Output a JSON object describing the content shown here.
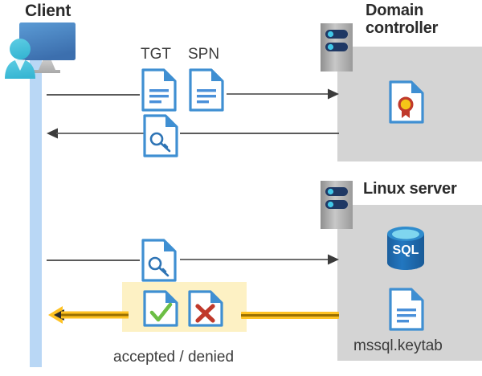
{
  "diagram": {
    "title_client": "Client",
    "title_domain_controller": "Domain\ncontroller",
    "title_domain_controller_line1": "Domain",
    "title_domain_controller_line2": "controller",
    "title_linux_server": "Linux server",
    "label_tgt": "TGT",
    "label_spn": "SPN",
    "label_accepted_denied": "accepted / denied",
    "label_keytab": "mssql.keytab",
    "label_sql": "SQL"
  },
  "icons": {
    "client_workstation": "client-workstation-icon",
    "server_rack_dc": "server-rack-icon",
    "server_rack_linux": "server-rack-icon",
    "certificate": "certificate-document-icon",
    "database": "sql-database-icon",
    "keytab_document": "text-document-icon",
    "tgt_document": "text-document-icon",
    "spn_document": "text-document-icon",
    "ticket_key_1": "key-document-icon",
    "ticket_key_2": "key-document-icon",
    "accepted": "check-document-icon",
    "denied": "cross-document-icon"
  },
  "flows": [
    {
      "name": "request-tgt-spn",
      "direction": "right",
      "from": "client",
      "to": "domain-controller"
    },
    {
      "name": "return-service-ticket",
      "direction": "left",
      "from": "domain-controller",
      "to": "client"
    },
    {
      "name": "present-ticket",
      "direction": "right",
      "from": "client",
      "to": "linux-server"
    },
    {
      "name": "auth-result",
      "direction": "left",
      "from": "linux-server",
      "to": "client"
    }
  ],
  "colors": {
    "panel_gray": "#d4d4d4",
    "lifeline_blue": "#b9d7f5",
    "highlight_yellow": "#fdf1c4",
    "arrow_gray": "#5a5a5a",
    "arrow_yellow": "#ffc222",
    "arrow_yellow_dark": "#9a7000",
    "doc_blue": "#2e74b5",
    "doc_blue_light": "#4a90d9",
    "accent_green": "#6cbe45",
    "accent_red": "#c0392b",
    "title_text": "#2b2b2b",
    "body_text": "#3b3b3b",
    "rack_navy": "#1f3864",
    "rack_cyan": "#41c7e8",
    "sql_blue": "#1f6fb5"
  }
}
